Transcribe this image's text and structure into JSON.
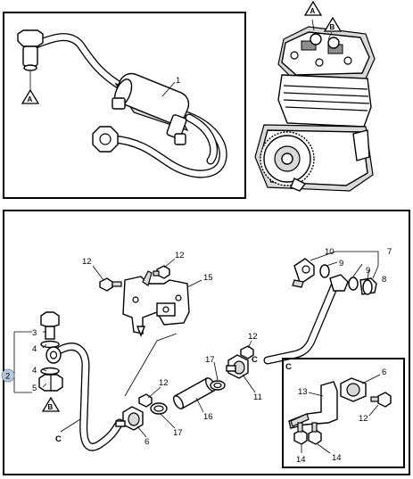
{
  "labels": {
    "p1": "1",
    "p2": "2",
    "p3": "3",
    "p4a": "4",
    "p4b": "4",
    "p5": "5",
    "p6a": "6",
    "p6b": "6",
    "p7": "7",
    "p8": "8",
    "p9a": "9",
    "p9b": "9",
    "p10": "10",
    "p11": "11",
    "p12a": "12",
    "p12b": "12",
    "p12c": "12",
    "p12d": "12",
    "p12e": "12",
    "p13": "13",
    "p14a": "14",
    "p14b": "14",
    "p15": "15",
    "p16": "16",
    "p17a": "17",
    "p17b": "17",
    "pipeC1": "C",
    "pipeC2": "C",
    "detailC": "C"
  },
  "markers": {
    "a_top": "A",
    "b_top": "B",
    "a_left": "A",
    "b_left": "B"
  },
  "colors": {
    "ink": "#000000",
    "shade": "#d9d9d9",
    "badge": "#b8c8dc"
  }
}
